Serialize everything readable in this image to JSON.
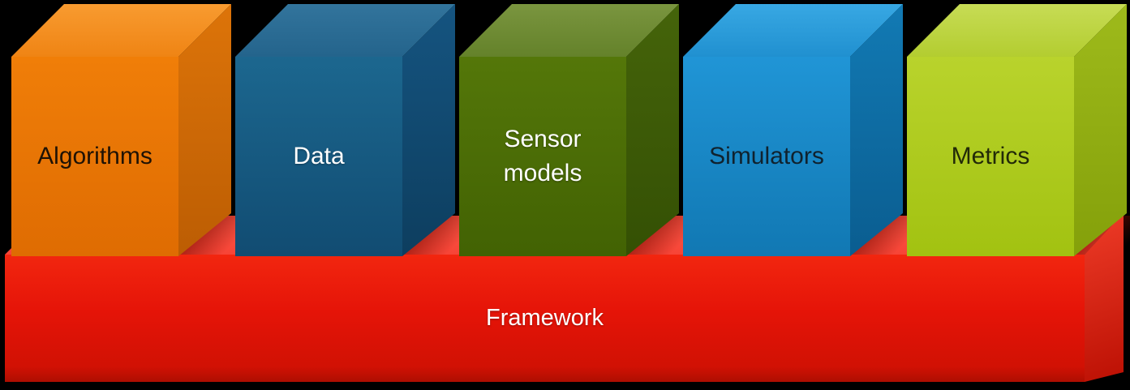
{
  "diagram": {
    "background_color": "#000000",
    "blocks": [
      {
        "id": "algorithms",
        "label": "Algorithms",
        "text_color": "#1F1205",
        "front_top": "#F07E08",
        "front_bottom": "#DF6C02",
        "top_top": "#F89B30",
        "top_bottom": "#EF8414",
        "side_top": "#DD7409",
        "side_bottom": "#BC5D03"
      },
      {
        "id": "data",
        "label": "Data",
        "text_color": "#FFFFFF",
        "front_top": "#1C678F",
        "front_bottom": "#114C72",
        "top_top": "#32749C",
        "top_bottom": "#24648C",
        "side_top": "#155480",
        "side_bottom": "#0D3E5F"
      },
      {
        "id": "sensor-models",
        "label": "Sensor\nmodels",
        "text_color": "#FFFFFF",
        "front_top": "#547709",
        "front_bottom": "#426203",
        "top_top": "#7A953F",
        "top_bottom": "#64822A",
        "side_top": "#45640A",
        "side_bottom": "#345004"
      },
      {
        "id": "simulators",
        "label": "Simulators",
        "text_color": "#10222E",
        "front_top": "#2095D6",
        "front_bottom": "#1178B3",
        "top_top": "#38A8E3",
        "top_bottom": "#2090D0",
        "side_top": "#127AB4",
        "side_bottom": "#0A5D90"
      },
      {
        "id": "metrics",
        "label": "Metrics",
        "text_color": "#222A08",
        "front_top": "#B9D32C",
        "front_bottom": "#A2C211",
        "top_top": "#C7DC55",
        "top_bottom": "#B3CD30",
        "side_top": "#9EBA1B",
        "side_bottom": "#84A00A"
      }
    ],
    "platform": {
      "id": "framework",
      "label": "Framework",
      "text_color": "#FFFFFF",
      "top_color_1": "#FB5A4A",
      "top_color_2": "#F74436",
      "front_top": "#F2260F",
      "front_bottom": "#AE0E01",
      "side_top": "#EC3A26",
      "side_bottom": "#BE1205"
    }
  }
}
